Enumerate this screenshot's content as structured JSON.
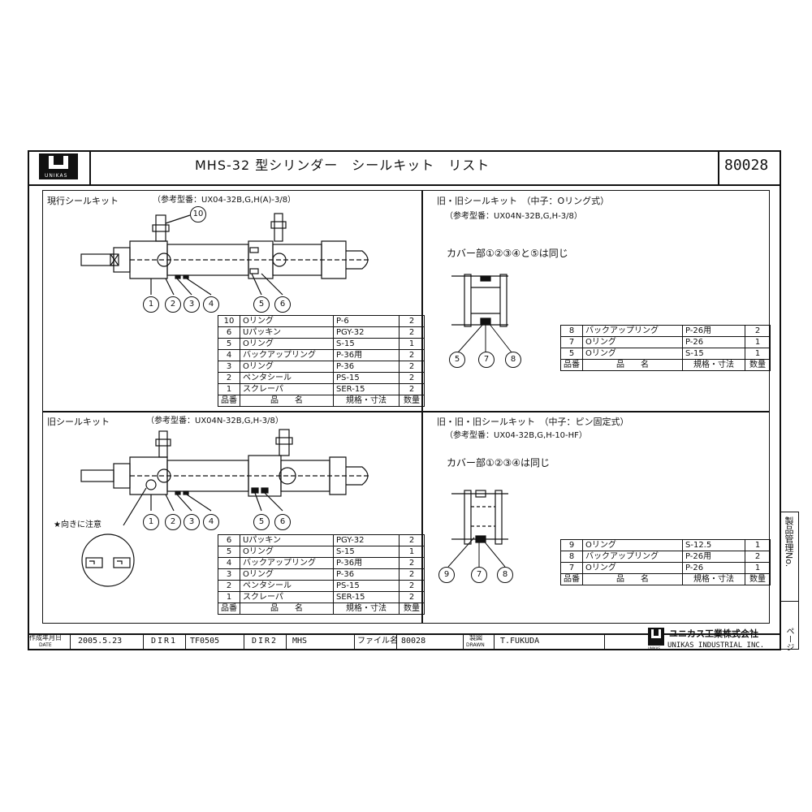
{
  "header": {
    "logo_text": "UNIKAS",
    "title": "MHS-32 型シリンダー　シールキット　リスト",
    "doc_number": "80028"
  },
  "panels": {
    "current": {
      "title": "現行シールキット",
      "ref": "（参考型番：UX04-32B,G,H(A)-3/8）",
      "callouts": [
        "10",
        "1",
        "2",
        "3",
        "4",
        "5",
        "6"
      ],
      "headers": [
        "品番",
        "品　　名",
        "規格・寸法",
        "数量"
      ],
      "rows": [
        [
          "10",
          "Oリング",
          "P-6",
          "2"
        ],
        [
          "6",
          "Uパッキン",
          "PGY-32",
          "2"
        ],
        [
          "5",
          "Oリング",
          "S-15",
          "1"
        ],
        [
          "4",
          "バックアップリング",
          "P-36用",
          "2"
        ],
        [
          "3",
          "Oリング",
          "P-36",
          "2"
        ],
        [
          "2",
          "ペンタシール",
          "PS-15",
          "2"
        ],
        [
          "1",
          "スクレーパ",
          "SER-15",
          "2"
        ]
      ]
    },
    "old": {
      "title": "旧シールキット",
      "ref": "（参考型番：UX04N-32B,G,H-3/8）",
      "note": "★向きに注意",
      "callouts": [
        "1",
        "2",
        "3",
        "4",
        "5",
        "6"
      ],
      "headers": [
        "品番",
        "品　　名",
        "規格・寸法",
        "数量"
      ],
      "rows": [
        [
          "6",
          "Uパッキン",
          "PGY-32",
          "2"
        ],
        [
          "5",
          "Oリング",
          "S-15",
          "1"
        ],
        [
          "4",
          "バックアップリング",
          "P-36用",
          "2"
        ],
        [
          "3",
          "Oリング",
          "P-36",
          "2"
        ],
        [
          "2",
          "ペンタシール",
          "PS-15",
          "2"
        ],
        [
          "1",
          "スクレーパ",
          "SER-15",
          "2"
        ]
      ]
    },
    "older_oring": {
      "title": "旧・旧シールキット　（中子：Oリング式）",
      "ref": "（参考型番：UX04N-32B,G,H-3/8）",
      "note": "カバー部①②③④と⑤は同じ",
      "callouts": [
        "5",
        "7",
        "8"
      ],
      "headers": [
        "品番",
        "品　　名",
        "規格・寸法",
        "数量"
      ],
      "rows": [
        [
          "8",
          "バックアップリング",
          "P-26用",
          "2"
        ],
        [
          "7",
          "Oリング",
          "P-26",
          "1"
        ],
        [
          "5",
          "Oリング",
          "S-15",
          "1"
        ]
      ]
    },
    "older_pin": {
      "title": "旧・旧・旧シールキット　（中子：ピン固定式）",
      "ref": "（参考型番：UX04-32B,G,H-10-HF）",
      "note": "カバー部①②③④は同じ",
      "callouts": [
        "9",
        "7",
        "8"
      ],
      "headers": [
        "品番",
        "品　　名",
        "規格・寸法",
        "数量"
      ],
      "rows": [
        [
          "9",
          "Oリング",
          "S-12.5",
          "1"
        ],
        [
          "8",
          "バックアップリング",
          "P-26用",
          "2"
        ],
        [
          "7",
          "Oリング",
          "P-26",
          "1"
        ]
      ]
    }
  },
  "footer": {
    "date_label": "作成年月日",
    "date_label_en": "DATE",
    "date_value": "2005.5.23",
    "dir1_label": "DIR1",
    "dir1_value": "TF0505",
    "dir2_label": "DIR2",
    "dir2_value": "MHS",
    "file_label": "ファイル名",
    "file_value": "80028",
    "drawn_label": "製図",
    "drawn_label_en": "DRAWN",
    "drawn_value": "T.FUKUDA",
    "company_jp": "ユニカス工業株式会社",
    "company_en": "UNIKAS INDUSTRIAL INC.",
    "mark": "UNIKAS"
  },
  "side_tab": {
    "label": "製品管理No.",
    "page_label": "ページ"
  }
}
